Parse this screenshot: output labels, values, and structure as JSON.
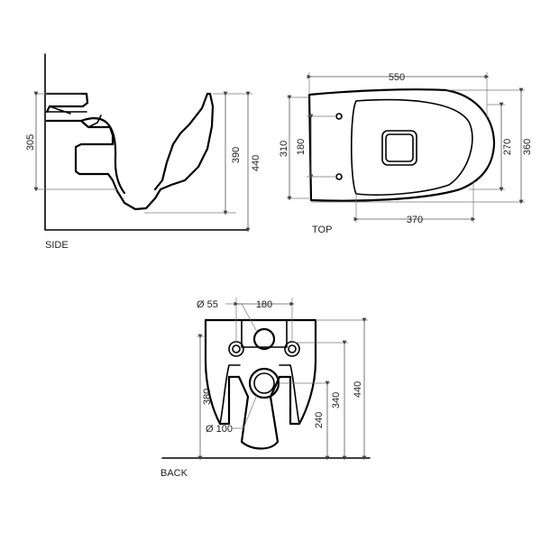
{
  "views": {
    "side": {
      "label": "SIDE",
      "dims": {
        "depth_305": "305",
        "height_390": "390",
        "height_440": "440"
      }
    },
    "top": {
      "label": "TOP",
      "dims": {
        "length_550": "550",
        "hole_gap_180": "180",
        "width_310": "310",
        "width_270": "270",
        "width_360": "360",
        "length_370": "370"
      }
    },
    "back": {
      "label": "BACK",
      "dims": {
        "dia_55": "Ø 55",
        "spacing_180": "180",
        "height_380": "380",
        "dia_100": "Ø 100",
        "height_240": "240",
        "height_340": "340",
        "height_440": "440"
      }
    }
  }
}
